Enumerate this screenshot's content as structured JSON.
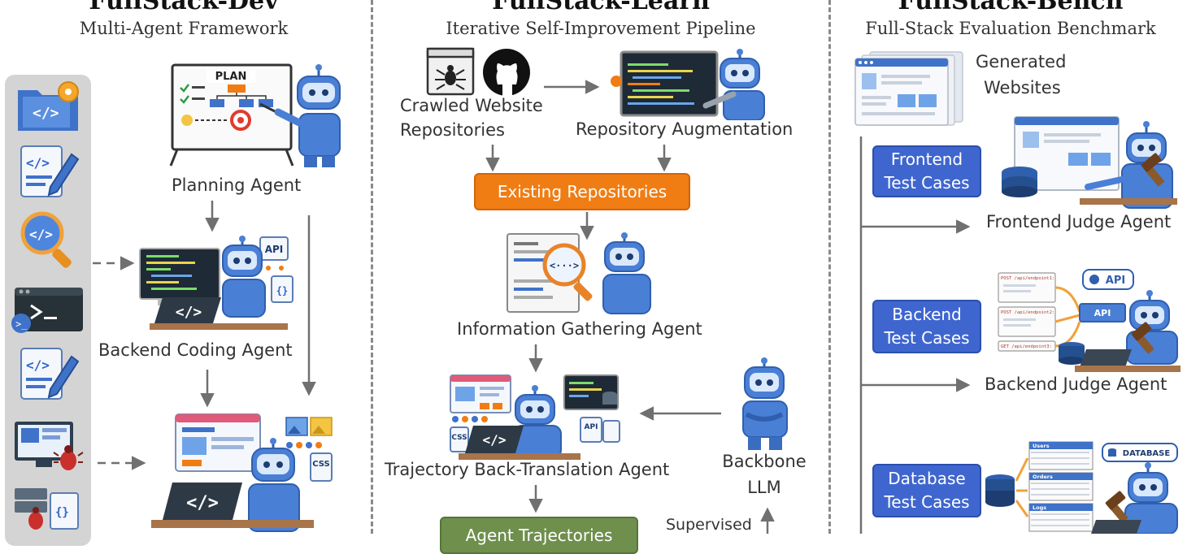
{
  "dev": {
    "title": "FullStack-Dev",
    "subtitle": "Multi-Agent Framework",
    "planning_label": "Planning Agent",
    "plan_board_text": "PLAN",
    "backend_label": "Backend Coding Agent",
    "api_tag": "API",
    "code_glyph": "</>",
    "braces_glyph": "{}",
    "css_tag": "CSS"
  },
  "learn": {
    "title": "FullStack-Learn",
    "subtitle": "Iterative Self-Improvement Pipeline",
    "crawled_label_1": "Crawled Website",
    "crawled_label_2": "Repositories",
    "augmentation_label": "Repository Augmentation",
    "existing_box": "Existing Repositories",
    "info_label": "Information Gathering Agent",
    "trajectory_label": "Trajectory Back-Translation Agent",
    "backbone_label_1": "Backbone",
    "backbone_label_2": "LLM",
    "agent_traj_box": "Agent Trajectories",
    "supervised_label": "Supervised",
    "search_glyph": "<···>",
    "api_tag": "API",
    "css_tag": "CSS"
  },
  "bench": {
    "title": "FullStack-Bench",
    "subtitle": "Full-Stack Evaluation Benchmark",
    "generated_label_1": "Generated",
    "generated_label_2": "Websites",
    "frontend_box_1": "Frontend",
    "frontend_box_2": "Test Cases",
    "frontend_judge": "Frontend Judge Agent",
    "backend_box_1": "Backend",
    "backend_box_2": "Test Cases",
    "backend_judge": "Backend Judge Agent",
    "database_box_1": "Database",
    "database_box_2": "Test Cases",
    "api_badge": "API",
    "database_badge": "DATABASE",
    "post_1": "POST /api/endpoint1:",
    "post_2": "POST /api/endpoint2:",
    "get_3": "GET /api/endpoint3:",
    "table_users": "Users",
    "table_orders": "Orders",
    "table_logs": "Logs",
    "api_bar": "API"
  },
  "colors": {
    "blue_box": "#3f66cf",
    "orange_box": "#f07d14",
    "green_box": "#6f8f4d",
    "robot": "#4a7fd6",
    "arrow": "#707070",
    "divider": "#8a8a8a"
  }
}
